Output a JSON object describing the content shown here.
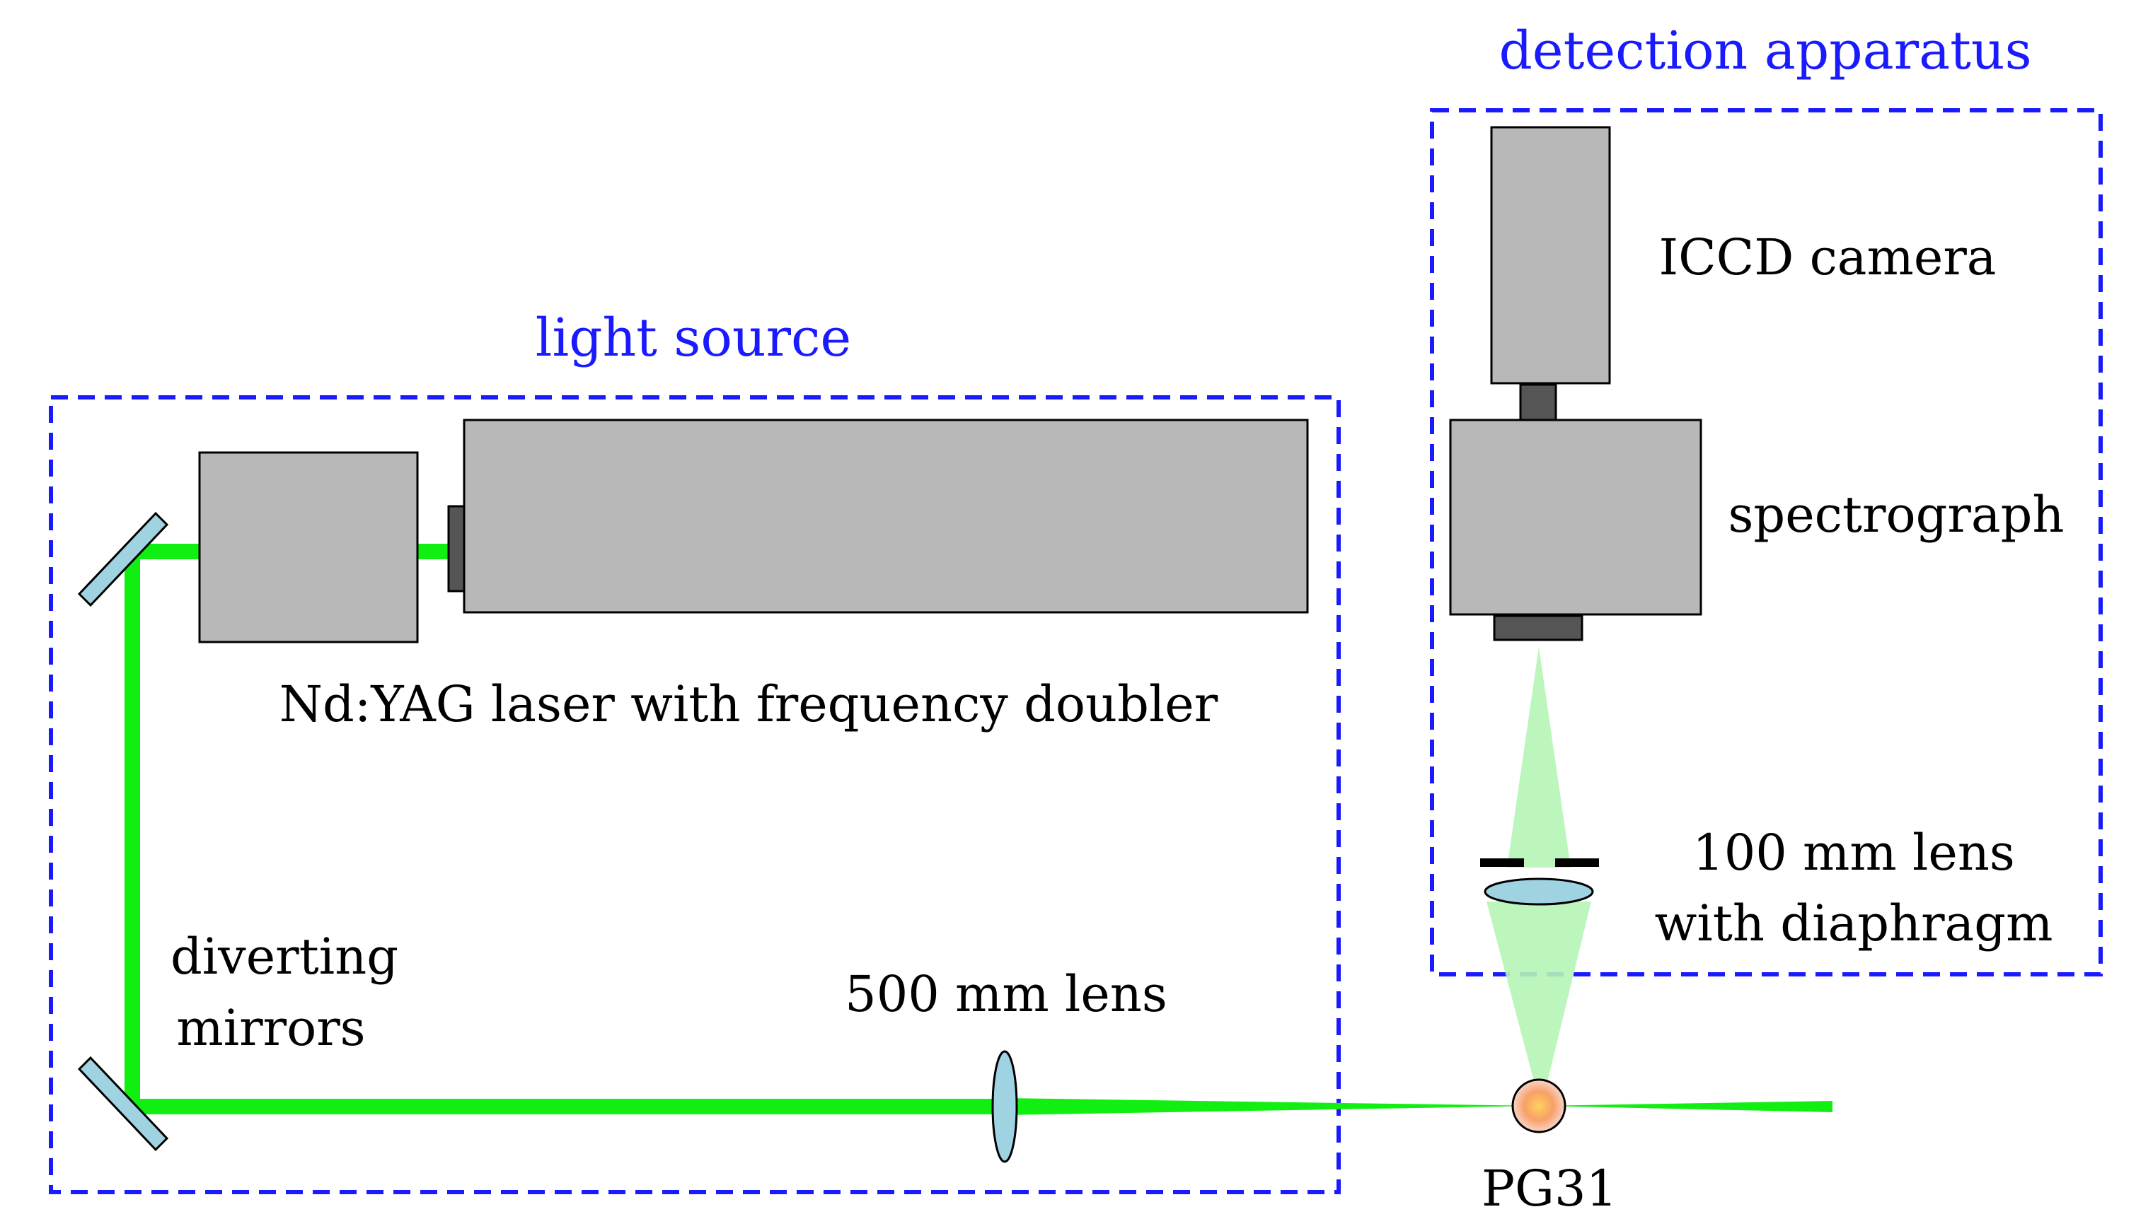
{
  "groups": {
    "light_source": {
      "title": "light source"
    },
    "detection": {
      "title": "detection apparatus"
    }
  },
  "labels": {
    "laser": "Nd:YAG laser with frequency doubler",
    "mirrors_line1": "diverting",
    "mirrors_line2": "mirrors",
    "lens500": "500 mm lens",
    "sample": "PG31",
    "camera": "ICCD camera",
    "spectrograph": "spectrograph",
    "lens100_line1": "100 mm lens",
    "lens100_line2": "with diaphragm"
  },
  "colors": {
    "group_border": "#1a1aff",
    "beam": "#11ee11",
    "device_fill": "#b8b8b8",
    "lens_fill": "#9fd3e2",
    "collection_cone": "#b5f5b5"
  }
}
